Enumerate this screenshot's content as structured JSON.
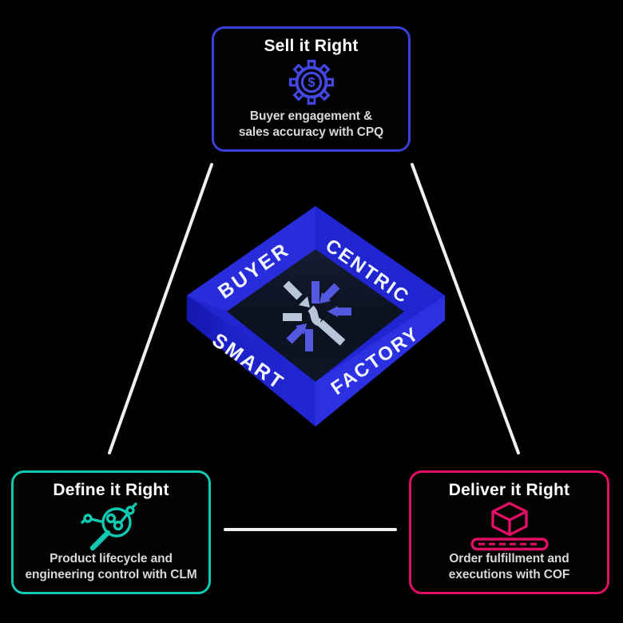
{
  "page": {
    "background": "#000000",
    "connector_color": "#f0f0f0"
  },
  "cards": {
    "sell": {
      "title": "Sell it Right",
      "desc_line1": "Buyer engagement &",
      "desc_line2": "sales accuracy with CPQ",
      "accent": "#3a3fd8",
      "icon": "gear-dollar-icon"
    },
    "define": {
      "title": "Define it Right",
      "desc_line1": "Product lifecycle and",
      "desc_line2": "engineering control with CLM",
      "accent": "#10c9b2",
      "icon": "magnifier-nodes-icon"
    },
    "deliver": {
      "title": "Deliver it Right",
      "desc_line1": "Order fulfillment and",
      "desc_line2": "executions with COF",
      "accent": "#df0f66",
      "icon": "cube-conveyor-icon"
    }
  },
  "diamond": {
    "labels": {
      "top_left": "BUYER",
      "top_right": "CENTRIC",
      "bottom_left": "SMART",
      "bottom_right": "FACTORY"
    },
    "colors": {
      "face_top_left": "#282cda",
      "face_top_right": "#2125cf",
      "face_bottom_left": "#1d21c8",
      "face_bottom_right": "#2b30e0",
      "inner": "#0c1220",
      "logo_purple": "#5358e0",
      "logo_steel": "#b9c5d8",
      "label_text": "#f4f6ff"
    }
  }
}
